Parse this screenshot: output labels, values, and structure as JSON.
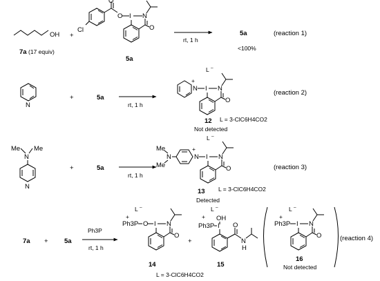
{
  "reactions": [
    {
      "conditions": "rt, 1 h",
      "tag": "(reaction 1)",
      "reactants": [
        {
          "label": "7a",
          "note": "(17 equiv)",
          "atoms": [
            "OH"
          ]
        },
        {
          "label": "5a",
          "atoms": [
            "Cl",
            "O",
            "O",
            "I",
            "N",
            "O"
          ]
        }
      ],
      "product": "5a",
      "yield": "<100%"
    },
    {
      "conditions": "rt, 1 h",
      "tag": "(reaction 2)",
      "reactants": [
        {
          "atoms": [
            "N"
          ]
        },
        {
          "label": "5a"
        }
      ],
      "product": {
        "label": "12",
        "status": "Not detected",
        "ligand": "L = 3-ClC6H4CO2",
        "atoms": [
          "L",
          "–",
          "+",
          "N",
          "I",
          "N",
          "O"
        ]
      }
    },
    {
      "conditions": "rt, 1 h",
      "tag": "(reaction 3)",
      "reactants": [
        {
          "atoms": [
            "Me",
            "Me",
            "N",
            "N"
          ]
        },
        {
          "label": "5a"
        }
      ],
      "product": {
        "label": "13",
        "status": "Detected",
        "ligand": "L = 3-ClC6H4CO2",
        "atoms": [
          "Me",
          "Me",
          "N",
          "L",
          "–",
          "+",
          "N",
          "I",
          "N",
          "O"
        ]
      }
    },
    {
      "conditions": "rt, 1 h",
      "reagent": "Ph3P",
      "tag": "(reaction 4)",
      "reactants": [
        {
          "label": "7a"
        },
        {
          "label": "5a"
        }
      ],
      "products": [
        {
          "label": "14",
          "atoms": [
            "L",
            "–",
            "+",
            "Ph3P",
            "O",
            "I",
            "N",
            "O"
          ]
        },
        {
          "label": "15",
          "atoms": [
            "L",
            "–",
            "+",
            "Ph3P",
            "OH",
            "I",
            "N",
            "H",
            "O"
          ]
        },
        {
          "label": "16",
          "status": "Not detected",
          "atoms": [
            "L",
            "–",
            "+",
            "Ph3P",
            "I",
            "N",
            "O"
          ]
        }
      ],
      "ligand": "L = 3-ClC6H4CO2"
    }
  ],
  "plus_sign": "+"
}
